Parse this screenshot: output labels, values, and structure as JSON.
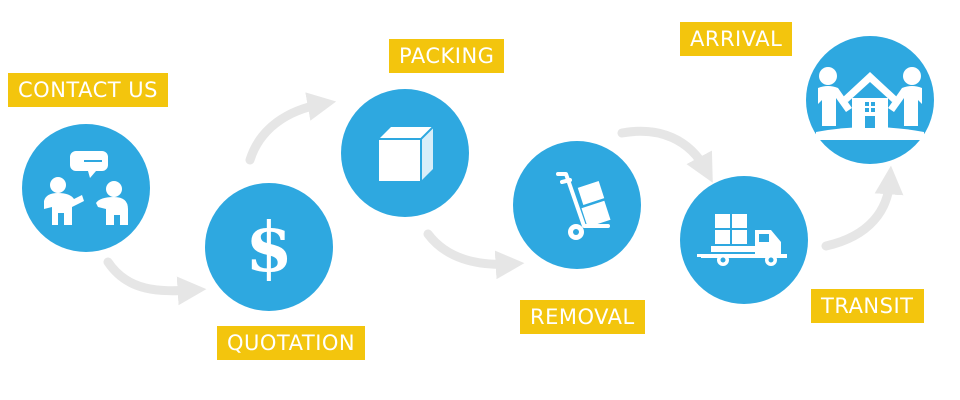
{
  "colors": {
    "circle": "#2ea8e0",
    "label_bg": "#f3c50d",
    "label_text": "#ffffff",
    "arrow": "#e6e6e6"
  },
  "steps": [
    {
      "label": "CONTACT US",
      "icon": "conversation-icon"
    },
    {
      "label": "QUOTATION",
      "icon": "dollar-icon"
    },
    {
      "label": "PACKING",
      "icon": "box-icon"
    },
    {
      "label": "REMOVAL",
      "icon": "hand-truck-icon"
    },
    {
      "label": "TRANSIT",
      "icon": "truck-icon"
    },
    {
      "label": "ARRIVAL",
      "icon": "house-family-icon"
    }
  ]
}
